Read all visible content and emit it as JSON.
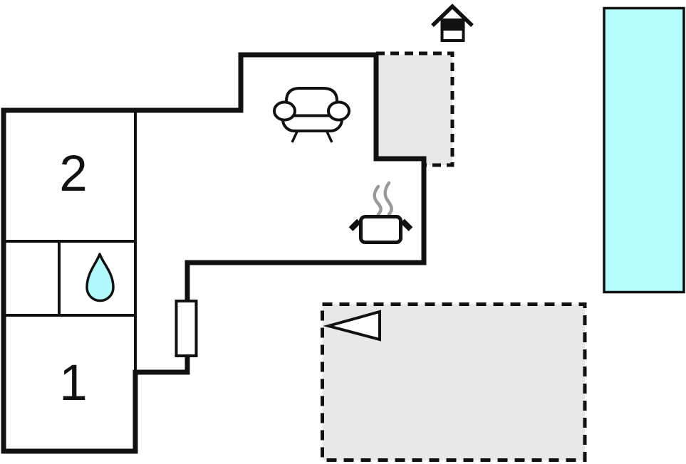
{
  "plan": {
    "rooms": [
      {
        "id": "room-2",
        "label": "2"
      },
      {
        "id": "room-1",
        "label": "1"
      }
    ],
    "colors": {
      "wall": "#111111",
      "pool_fill": "#b5fdfd",
      "terrace_fill": "#e8e8e8",
      "drop_fill": "#b2f9fb",
      "steam": "#999999"
    },
    "icons": {
      "north": "north-house-icon",
      "sofa": "sofa-icon",
      "pot": "cooking-pot-icon",
      "drop": "water-drop-icon",
      "arrow": "direction-arrow-icon"
    },
    "areas": {
      "pool": "swimming-pool",
      "upper_terrace": "covered-terrace",
      "lower_terrace": "terrace",
      "house": "house-outline",
      "door": "entrance-door"
    }
  }
}
